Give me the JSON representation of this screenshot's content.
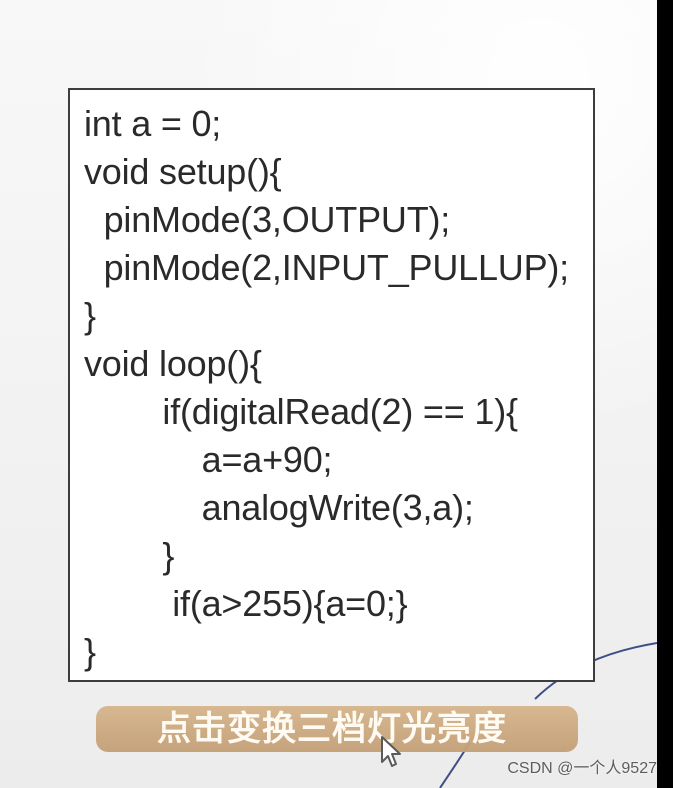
{
  "code": {
    "lines": [
      "int a = 0;",
      "void setup(){",
      "  pinMode(3,OUTPUT);",
      "  pinMode(2,INPUT_PULLUP);",
      "}",
      "void loop(){",
      "        if(digitalRead(2) == 1){",
      "            a=a+90;",
      "            analogWrite(3,a);",
      "        }",
      "         if(a>255){a=0;}",
      "}"
    ]
  },
  "subtitle": {
    "text": "点击变换三档灯光亮度"
  },
  "watermark": {
    "text": "CSDN @一个人9527"
  },
  "icons": {
    "cursor": "mouse-pointer-icon"
  }
}
